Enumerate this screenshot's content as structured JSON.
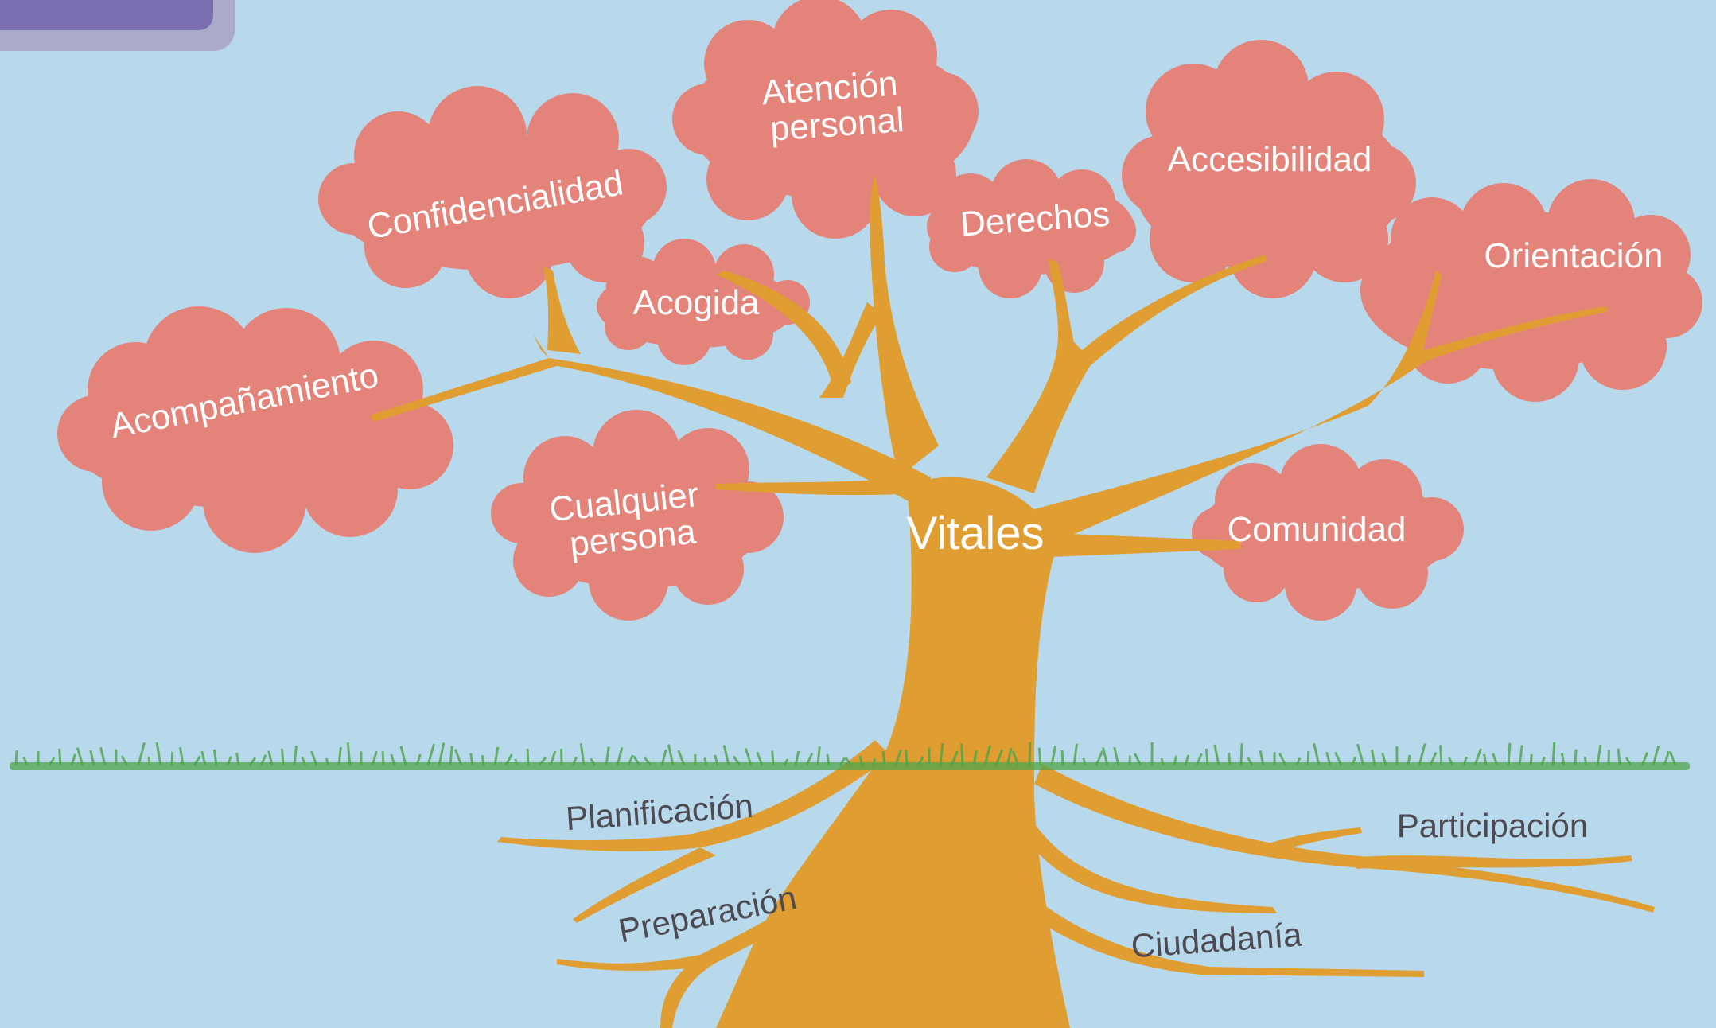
{
  "colors": {
    "background": "#b8d9ec",
    "cloud": "#e3837a",
    "tree": "#e09e32",
    "grass": "#4fa44c",
    "cloud_text": "#ffffff",
    "root_text": "#4e4a52",
    "corner_tab": "#7b6fb2"
  },
  "tree": {
    "trunk_label": "Vitales"
  },
  "clouds": [
    {
      "id": "acompanamiento",
      "lines": [
        "Acompañamiento"
      ]
    },
    {
      "id": "confidencialidad",
      "lines": [
        "Confidencialidad"
      ]
    },
    {
      "id": "acogida",
      "lines": [
        "Acogida"
      ]
    },
    {
      "id": "atencion-personal",
      "lines": [
        "Atención",
        "personal"
      ]
    },
    {
      "id": "derechos",
      "lines": [
        "Derechos"
      ]
    },
    {
      "id": "accesibilidad",
      "lines": [
        "Accesibilidad"
      ]
    },
    {
      "id": "orientacion",
      "lines": [
        "Orientación"
      ]
    },
    {
      "id": "cualquier-persona",
      "lines": [
        "Cualquier",
        "persona"
      ]
    },
    {
      "id": "comunidad",
      "lines": [
        "Comunidad"
      ]
    }
  ],
  "roots": [
    {
      "id": "planificacion",
      "label": "Planificación"
    },
    {
      "id": "preparacion",
      "label": "Preparación"
    },
    {
      "id": "ciudadania",
      "label": "Ciudadanía"
    },
    {
      "id": "participacion",
      "label": "Participación"
    }
  ]
}
